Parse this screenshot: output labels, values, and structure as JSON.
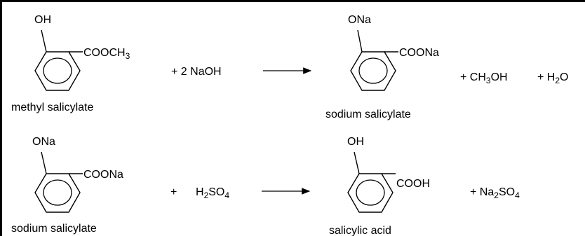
{
  "reaction1": {
    "reactant": {
      "substituent_top": "OH",
      "substituent_side": "COOCH3",
      "name": "methyl salicylate"
    },
    "reagent": "+ 2 NaOH",
    "product": {
      "substituent_top": "ONa",
      "substituent_side": "COONa",
      "name": "sodium salicylate"
    },
    "byproduct_1": "+ CH3OH",
    "byproduct_2": "+ H2O"
  },
  "reaction2": {
    "reactant": {
      "substituent_top": "ONa",
      "substituent_side": "COONa",
      "name": "sodium salicylate"
    },
    "reagent_plus": "+",
    "reagent": "H2SO4",
    "product": {
      "substituent_top": "OH",
      "substituent_side": "COOH",
      "name": "salicylic acid"
    },
    "byproduct": "+ Na2SO4"
  },
  "colors": {
    "ink": "#000000",
    "background": "#ffffff",
    "border": "#000000"
  }
}
